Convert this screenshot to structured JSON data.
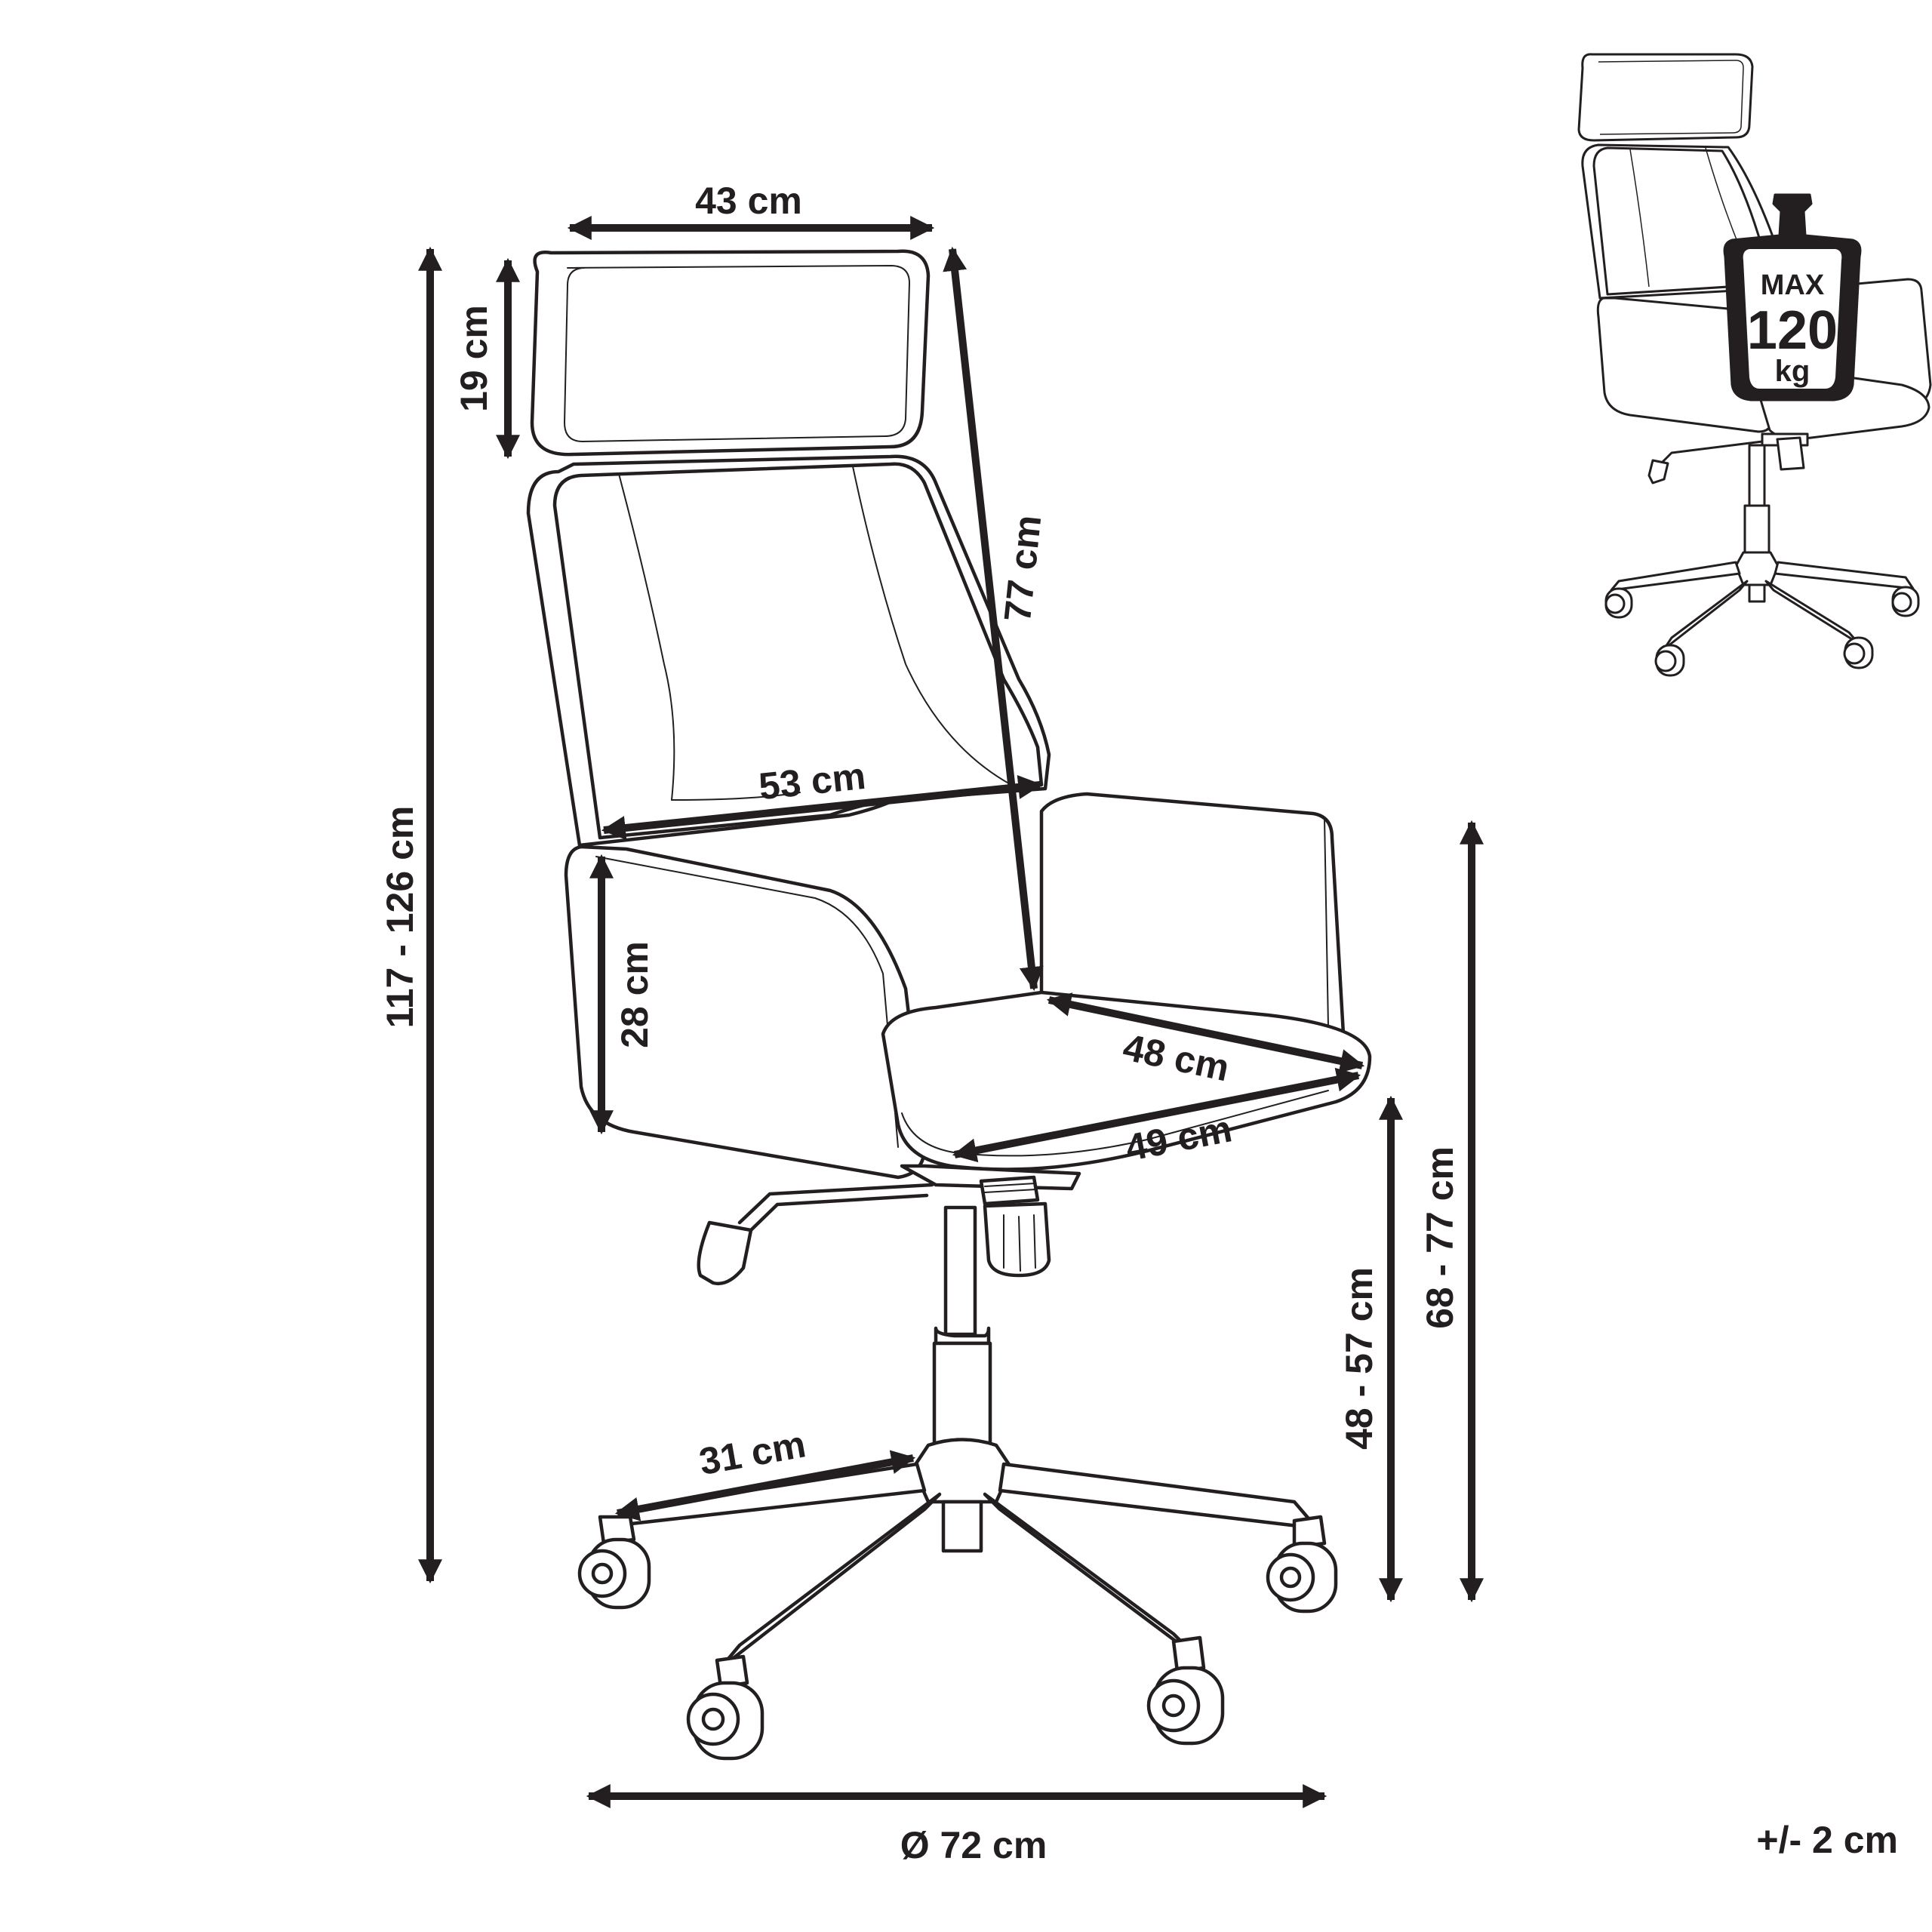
{
  "dimensions": {
    "headrest_width": "43 cm",
    "headrest_height": "19 cm",
    "total_height": "117 - 126 cm",
    "backrest_height": "77 cm",
    "backrest_width": "53 cm",
    "armrest_height": "28 cm",
    "seat_depth": "48 cm",
    "seat_width": "49 cm",
    "base_radius": "31 cm",
    "seat_height": "48 - 57 cm",
    "armrest_floor_height": "68 - 77 cm",
    "base_diameter": "Ø 72 cm"
  },
  "tolerance": "+/- 2 cm",
  "max_load": {
    "label": "MAX",
    "value": "120",
    "unit": "kg"
  },
  "icons": [
    "chair-line-drawing",
    "chair-thumbnail",
    "weight-icon"
  ]
}
